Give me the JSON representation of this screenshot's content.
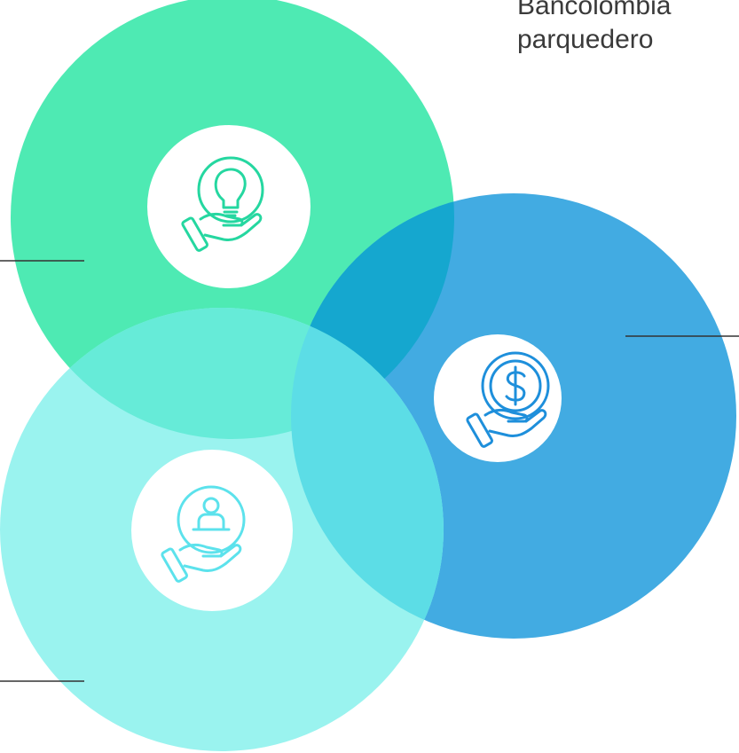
{
  "headline": {
    "line1": "Bancolombia",
    "line2": "parquedero "
  },
  "colors": {
    "green_circle": "#4EEAB3",
    "blue_circle": "#42ABE2",
    "aqua_circle": "#9AF3EF",
    "green_blue_overlap": "#15A7CF",
    "aqua_overlap": "#61E3EA",
    "icon_green": "#25D7A0",
    "icon_blue": "#1E8FDB",
    "icon_aqua": "#5CE2EC",
    "inner_disc": "#FFFFFF",
    "connector": "#333333",
    "text": "#3A3A3A"
  },
  "nodes": [
    {
      "id": "idea",
      "icon": "hand-lightbulb-icon"
    },
    {
      "id": "money",
      "icon": "hand-dollar-icon"
    },
    {
      "id": "person",
      "icon": "hand-person-icon"
    }
  ]
}
